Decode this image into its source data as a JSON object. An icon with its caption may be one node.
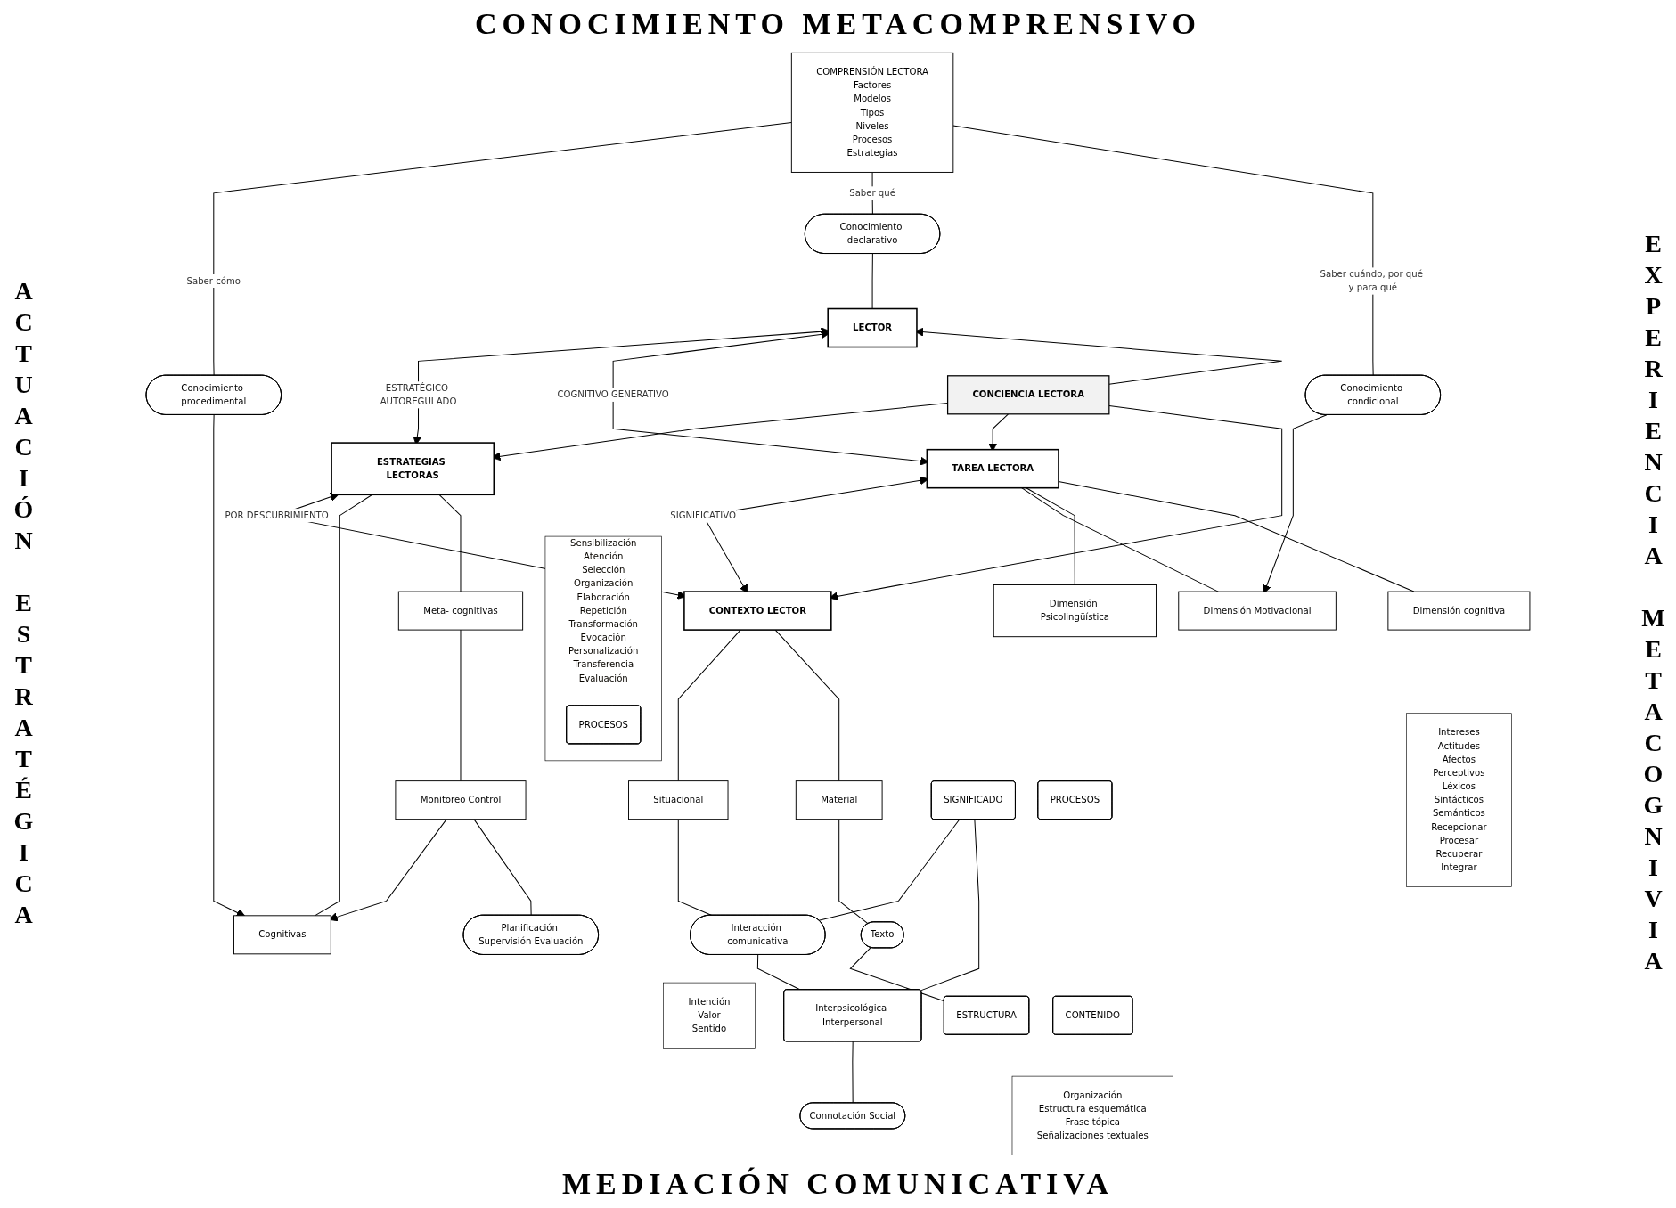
{
  "diagram": {
    "title": "CONOCIMIENTO METACOMPRENSIVO",
    "nodes": [
      {
        "text": [
          "COMPRENSIÓN LECTORA",
          "Factores",
          "Modelos",
          "Tipos",
          "Niveles",
          "Procesos",
          "Estrategias"
        ]
      },
      {
        "text": [
          "Conocimiento procedimental"
        ]
      },
      {
        "text": [
          "Conocimiento declarativo"
        ]
      },
      {
        "text": [
          "Conocimiento condicional"
        ]
      },
      {
        "text": [
          "LECTOR"
        ]
      },
      {
        "text": [
          "ESTRATEGIAS LECTORAS"
        ]
      },
      {
        "text": [
          "CONCIENCIA LECTORA"
        ]
      },
      {
        "text": [
          "TAREA LECTORA"
        ]
      },
      {
        "text": [
          "CONTEXTO LECTOR"
        ]
      },
      {
        "text": [
          "Cognitivas"
        ]
      },
      {
        "text": [
          "Meta- cognitivas"
        ]
      },
      {
        "text": [
          "Monitoreo Control"
        ]
      },
      {
        "text": [
          "Planificación Supervisión Evaluación"
        ]
      },
      {
        "text": [
          "Sensibilización",
          "Atención",
          "Selección",
          "Organización",
          "Elaboración",
          "Repetición",
          "Transformación",
          "Evocación",
          "Personalización",
          "Transferencia",
          "Evaluación"
        ]
      },
      {
        "text": [
          "PROCESOS"
        ],
        "in": 13
      },
      {
        "text": [
          "Dimensión Motivacional"
        ]
      },
      {
        "text": [
          "Dimensión Psicolingüística"
        ]
      },
      {
        "text": [
          "Dimensión cognitiva"
        ]
      },
      {
        "text": [
          "PROCESOS"
        ]
      },
      {
        "text": [
          "Intereses",
          "Actitudes",
          "Afectos",
          "Perceptivos",
          "Léxicos",
          "Sintácticos",
          "Semánticos",
          "Recepcionar",
          "Procesar",
          "Recuperar",
          "Integrar"
        ]
      },
      {
        "text": [
          "Situacional"
        ]
      },
      {
        "text": [
          "Material"
        ]
      },
      {
        "text": [
          "Interacción comunicativa"
        ]
      },
      {
        "text": [
          "Interpsicológica Interpersonal"
        ]
      },
      {
        "text": [
          "Connotación Social"
        ]
      },
      {
        "text": [
          "SIGNIFICADO"
        ]
      },
      {
        "text": [
          "Intención",
          "Valor",
          "Sentido"
        ]
      },
      {
        "text": [
          "Texto"
        ]
      },
      {
        "text": [
          "ESTRUCTURA"
        ]
      },
      {
        "text": [
          "CONTENIDO"
        ]
      },
      {
        "text": [
          "Organización",
          "Estructura esquemática",
          "Frase tópica",
          "Señalizaciones textuales"
        ]
      }
    ],
    "edges": [
      {
        "from": 0,
        "to": 1,
        "arrow": "none",
        "label": "Saber cómo"
      },
      {
        "from": 0,
        "to": 2,
        "arrow": "none",
        "label": "Saber qué"
      },
      {
        "from": 0,
        "to": 3,
        "arrow": "none",
        "label": "Saber cuándo, por qué y para qué"
      },
      {
        "from": 1,
        "to": 9,
        "arrow": "to"
      },
      {
        "from": 3,
        "to": 15,
        "arrow": "to"
      },
      {
        "from": 2,
        "to": 4,
        "arrow": "none"
      },
      {
        "from": 4,
        "to": 5,
        "arrow": "both",
        "label": "ESTRATÉGICO AUTOREGULADO"
      },
      {
        "from": 4,
        "to": 7,
        "arrow": "both",
        "label": "COGNITIVO GENERATIVO"
      },
      {
        "from": 5,
        "to": 8,
        "arrow": "both",
        "label": "POR DESCUBRIMIENTO"
      },
      {
        "from": 7,
        "to": 8,
        "arrow": "both",
        "label": "SIGNIFICATIVO"
      },
      {
        "from": 6,
        "to": 4,
        "arrow": "to"
      },
      {
        "from": 6,
        "to": 5,
        "arrow": "to"
      },
      {
        "from": 6,
        "to": 7,
        "arrow": "to"
      },
      {
        "from": 6,
        "to": 8,
        "arrow": "to"
      },
      {
        "from": 5,
        "to": 9,
        "arrow": "none"
      },
      {
        "from": 5,
        "to": 10,
        "arrow": "none"
      },
      {
        "from": 10,
        "to": 11,
        "arrow": "none"
      },
      {
        "from": 11,
        "to": 9,
        "arrow": "to"
      },
      {
        "from": 11,
        "to": 12,
        "arrow": "none"
      },
      {
        "from": 7,
        "to": 15,
        "arrow": "none"
      },
      {
        "from": 7,
        "to": 16,
        "arrow": "none"
      },
      {
        "from": 7,
        "to": 17,
        "arrow": "none"
      },
      {
        "from": 8,
        "to": 20,
        "arrow": "none"
      },
      {
        "from": 8,
        "to": 21,
        "arrow": "none"
      },
      {
        "from": 20,
        "to": 22,
        "arrow": "none"
      },
      {
        "from": 22,
        "to": 23,
        "arrow": "none"
      },
      {
        "from": 25,
        "to": 22,
        "arrow": "none"
      },
      {
        "from": 25,
        "to": 23,
        "arrow": "none"
      },
      {
        "from": 23,
        "to": 24,
        "arrow": "none"
      },
      {
        "from": 21,
        "to": 27,
        "arrow": "none"
      },
      {
        "from": 27,
        "to": 28,
        "arrow": "none"
      }
    ],
    "labels": [
      "ACTUACIÓN ESTRATÉGICA",
      "EXPERIENCIA METACOGNIVIA",
      "MEDIACIÓN COMUNICATIVA"
    ]
  }
}
